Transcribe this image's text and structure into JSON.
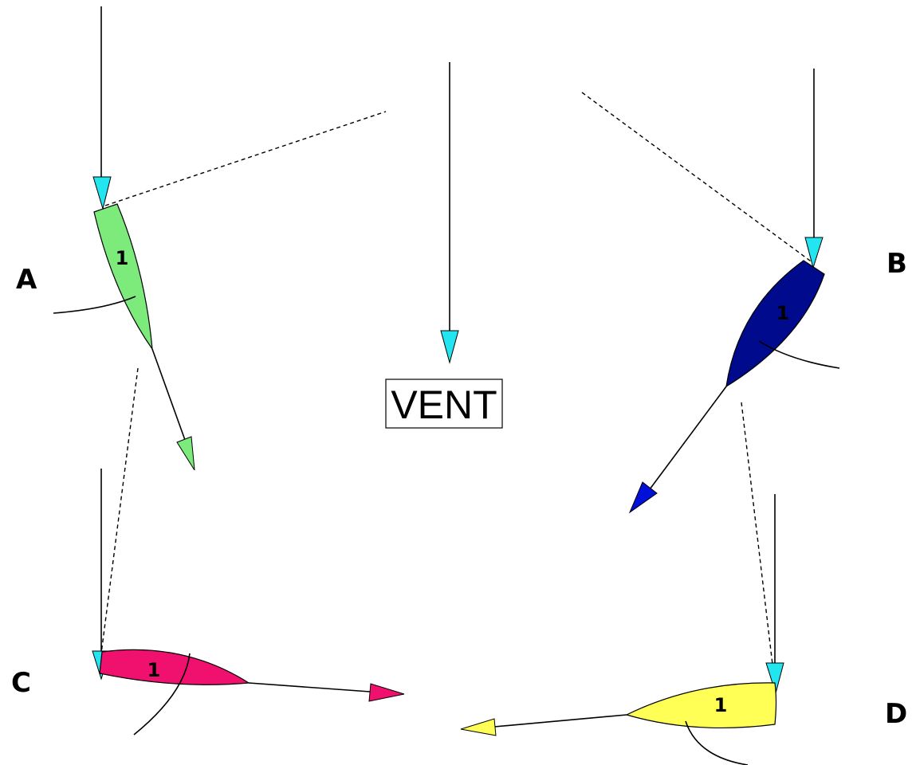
{
  "title_label": "VENT",
  "boats": [
    {
      "id": "A",
      "label": "A",
      "number": "1",
      "color": "#7CEB7C",
      "arrow_color": "#7CEB7C"
    },
    {
      "id": "B",
      "label": "B",
      "number": "1",
      "color": "#000A8C",
      "arrow_color": "#0010D8"
    },
    {
      "id": "C",
      "label": "C",
      "number": "1",
      "color": "#F0106E",
      "arrow_color": "#F0106E"
    },
    {
      "id": "D",
      "label": "D",
      "number": "1",
      "color": "#FFFF55",
      "arrow_color": "#FFFF55"
    }
  ],
  "wind_marker_color": "#22E5F0",
  "line_color": "#000000"
}
